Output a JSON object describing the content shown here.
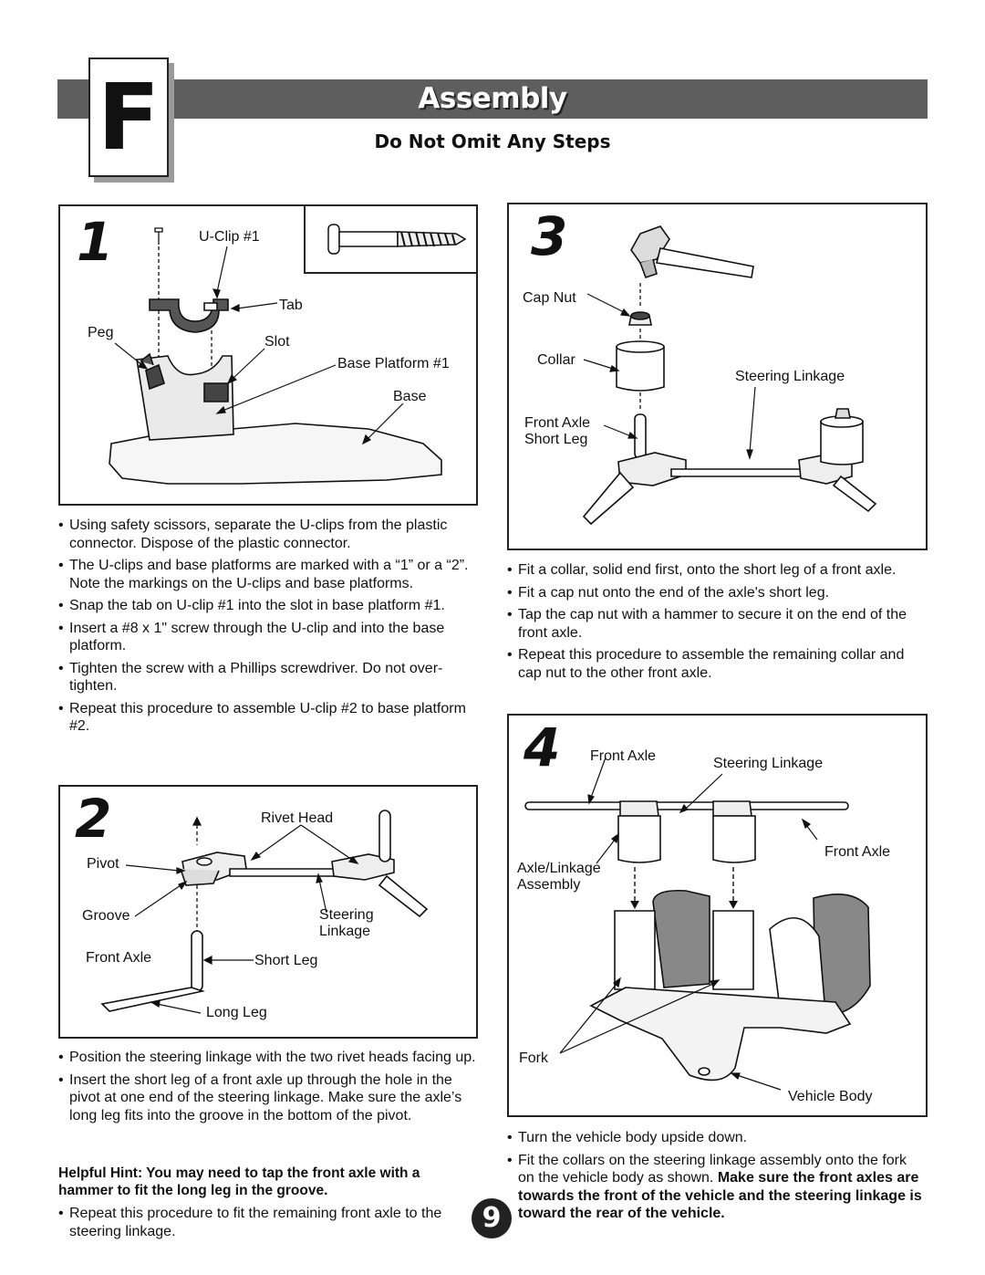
{
  "section": {
    "letter": "F",
    "title": "Assembly",
    "subtitle": "Do Not Omit Any Steps"
  },
  "step1": {
    "number": "1",
    "labels": {
      "uclip": "U-Clip #1",
      "tab": "Tab",
      "peg": "Peg",
      "slot": "Slot",
      "platform": "Base Platform #1",
      "base": "Base"
    },
    "instructions": [
      "Using safety scissors, separate the U-clips from the plastic connector. Dispose of the plastic connector.",
      "The U-clips and base platforms are marked with a “1” or a “2”. Note the markings on the U-clips and base platforms.",
      "Snap the tab on U-clip #1 into the slot in base platform #1.",
      "Insert a #8 x 1\" screw through the U-clip and into the base platform.",
      "Tighten the screw with a Phillips screwdriver. Do not over-tighten.",
      "Repeat this procedure to assemble U-clip #2 to base platform #2."
    ]
  },
  "step2": {
    "number": "2",
    "labels": {
      "rivet": "Rivet Head",
      "pivot": "Pivot",
      "groove": "Groove",
      "steering1": "Steering",
      "steering2": "Linkage",
      "axle": "Front Axle",
      "short": "Short Leg",
      "long": "Long Leg"
    },
    "instructions": [
      "Position the steering linkage with the two rivet heads facing up.",
      "Insert the short leg of a front axle up through the hole in the pivot at one end of the steering linkage. Make sure the axle’s long leg fits into the groove in the bottom of the pivot."
    ],
    "hint": "Helpful Hint: You may need to tap the front axle with a hammer to fit the long leg in the groove.",
    "instructions_after": [
      "Repeat this procedure to fit the remaining front axle to the steering linkage."
    ]
  },
  "step3": {
    "number": "3",
    "labels": {
      "capnut": "Cap Nut",
      "collar": "Collar",
      "steering": "Steering Linkage",
      "axle1": "Front Axle",
      "axle2": "Short Leg"
    },
    "instructions": [
      "Fit a collar, solid end first, onto the short leg of a front axle.",
      "Fit a cap nut onto the end of the axle's short leg.",
      "Tap the cap nut with a hammer to secure it on the end of the front axle.",
      "Repeat this procedure to assemble the remaining collar and cap nut to the other front axle."
    ]
  },
  "step4": {
    "number": "4",
    "labels": {
      "axle_top": "Front Axle",
      "steering": "Steering Linkage",
      "axle_right": "Front Axle",
      "assembly1": "Axle/Linkage",
      "assembly2": "Assembly",
      "fork": "Fork",
      "body": "Vehicle Body"
    },
    "instructions": [
      "Turn the vehicle body upside down."
    ],
    "final_plain": "Fit the collars on the steering linkage assembly onto the fork on the vehicle body as shown.",
    "final_bold": "Make sure the front axles are towards the front of the vehicle and the steering linkage is toward the rear of the vehicle."
  },
  "page_number": "9"
}
